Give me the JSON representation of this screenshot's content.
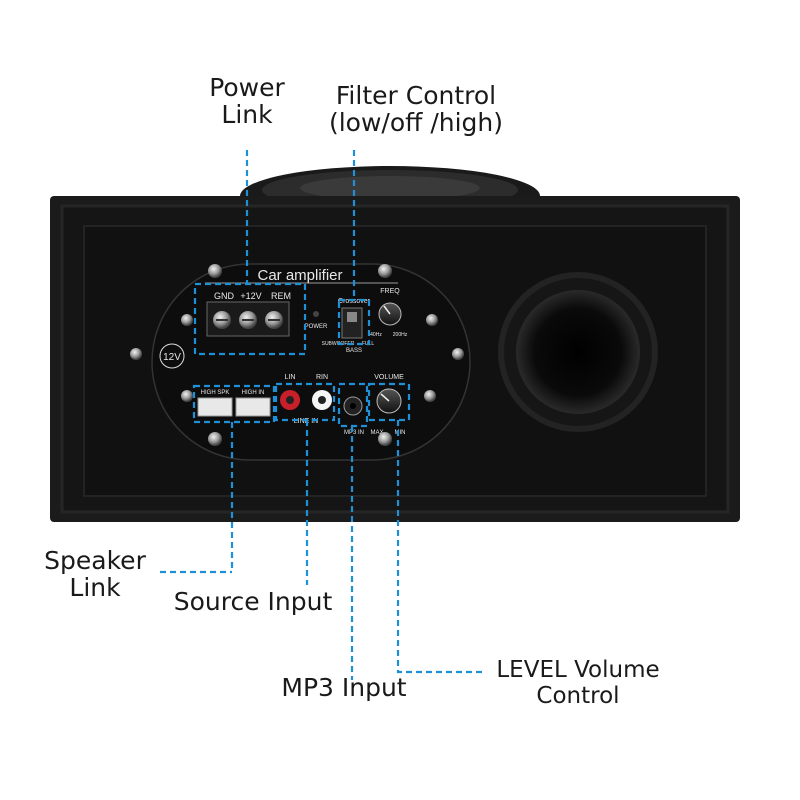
{
  "callouts": {
    "power_link": {
      "line1": "Power",
      "line2": "Link"
    },
    "filter_control": {
      "line1": "Filter Control",
      "line2": "(low/off /high)"
    },
    "speaker_link": {
      "line1": "Speaker",
      "line2": "Link"
    },
    "source_input": "Source Input",
    "mp3_input": "MP3 Input",
    "level_volume": {
      "line1": "LEVEL Volume",
      "line2": "Control"
    }
  },
  "panel": {
    "title": "Car amplifier",
    "terminal_labels": [
      "GND",
      "+12V",
      "REM"
    ],
    "power_led_label": "POWER",
    "crossover_label": "Crossover",
    "crossover_left": "SUBWOOFER",
    "crossover_right": "FULL",
    "bass_label": "BASS",
    "freq_label": "FREQ",
    "freq_min": "40Hz",
    "freq_max": "200Hz",
    "voltage_badge": "12V",
    "high_spk_label": "HIGH SPK",
    "high_in_label": "HIGH IN",
    "lin_label": "LIN",
    "rin_label": "RIN",
    "line_in_label": "LINE IN",
    "mp3_in_label": "MP3 IN",
    "volume_label": "VOLUME",
    "max_label": "MAX",
    "min_label": "MIN"
  },
  "colors": {
    "callout_line": "#1f8fd6",
    "carpet": "#181818",
    "panel": "#0e0e0e",
    "panel_text": "#e8e8e8",
    "rca_left": "#c8202a",
    "rca_right": "#ffffff"
  }
}
